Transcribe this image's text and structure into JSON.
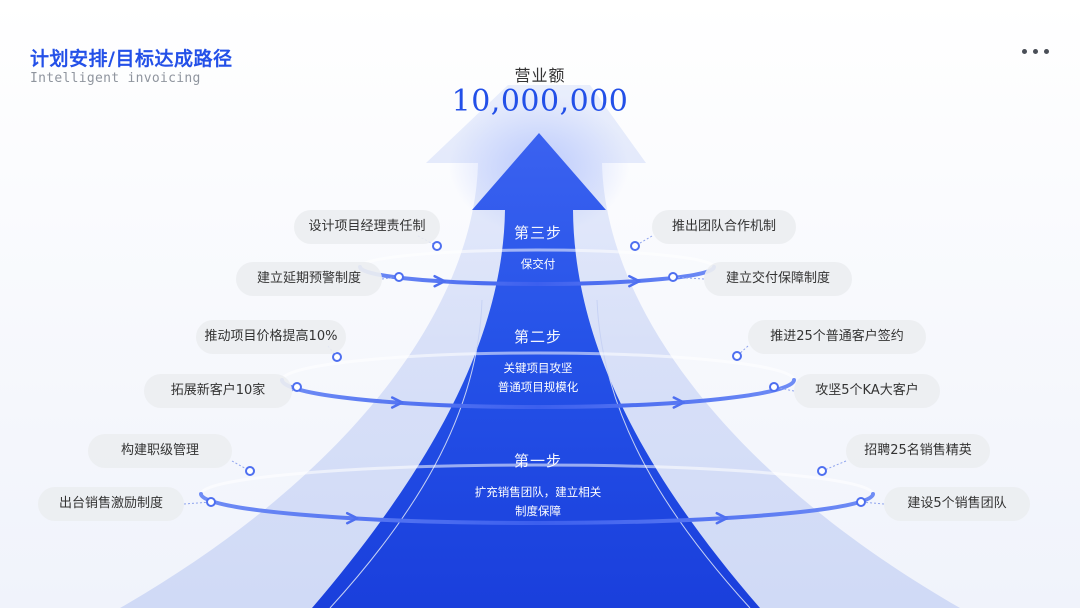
{
  "header": {
    "title": "计划安排/目标达成路径",
    "subtitle": "Intelligent invoicing"
  },
  "target": {
    "label": "营业额",
    "value": "10,000,000"
  },
  "steps": [
    {
      "title": "第一步",
      "desc": [
        "扩充销售团队，建立相关",
        "制度保障"
      ]
    },
    {
      "title": "第二步",
      "desc": [
        "关键项目攻坚",
        "普通项目规模化"
      ]
    },
    {
      "title": "第三步",
      "desc": [
        "保交付"
      ]
    }
  ],
  "measures": {
    "step1_left": [
      "构建职级管理",
      "出台销售激励制度"
    ],
    "step1_right": [
      "招聘25名销售精英",
      "建设5个销售团队"
    ],
    "step2_left": [
      "推动项目价格提高10%",
      "拓展新客户10家"
    ],
    "step2_right": [
      "推进25个普通客户签约",
      "攻坚5个KA大客户"
    ],
    "step3_left": [
      "设计项目经理责任制",
      "建立延期预警制度"
    ],
    "step3_right": [
      "推出团队合作机制",
      "建立交付保障制度"
    ]
  },
  "colors": {
    "accent": "#2350e8",
    "arrow_dark": "#1f43e0",
    "arrow_light": "#dde4f8",
    "pill_bg": "#eceef1",
    "ring": "#4e6ff0"
  },
  "icons": {
    "menu": "more-dots-icon"
  }
}
